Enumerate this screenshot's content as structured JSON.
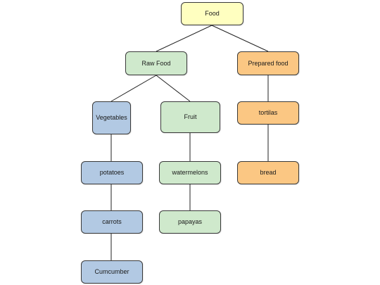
{
  "diagram": {
    "type": "tree",
    "nodes": {
      "food": {
        "label": "Food",
        "color": "#ffffc0"
      },
      "raw_food": {
        "label": "Raw Food",
        "color": "#cfe9cc"
      },
      "prepared_food": {
        "label": "Prepared food",
        "color": "#fbc783"
      },
      "vegetables": {
        "label": "Vegetables",
        "color": "#b2c9e3"
      },
      "fruit": {
        "label": "Fruit",
        "color": "#cfe9cc"
      },
      "tortilas": {
        "label": "tortilas",
        "color": "#fbc783"
      },
      "potatoes": {
        "label": "potatoes",
        "color": "#b2c9e3"
      },
      "watermelons": {
        "label": "watermelons",
        "color": "#cfe9cc"
      },
      "bread": {
        "label": "bread",
        "color": "#fbc783"
      },
      "carrots": {
        "label": "carrots",
        "color": "#b2c9e3"
      },
      "papayas": {
        "label": "papayas",
        "color": "#cfe9cc"
      },
      "cumcumber": {
        "label": "Cumcumber",
        "color": "#b2c9e3"
      }
    },
    "edges": [
      [
        "food",
        "raw_food"
      ],
      [
        "food",
        "prepared_food"
      ],
      [
        "raw_food",
        "vegetables"
      ],
      [
        "raw_food",
        "fruit"
      ],
      [
        "prepared_food",
        "tortilas"
      ],
      [
        "vegetables",
        "potatoes"
      ],
      [
        "fruit",
        "watermelons"
      ],
      [
        "tortilas",
        "bread"
      ],
      [
        "potatoes",
        "carrots"
      ],
      [
        "watermelons",
        "papayas"
      ],
      [
        "carrots",
        "cumcumber"
      ]
    ]
  }
}
